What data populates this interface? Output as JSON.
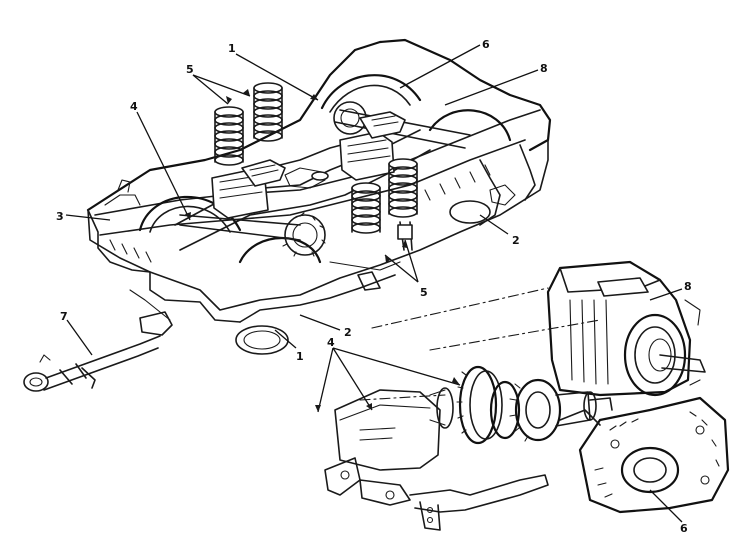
{
  "callouts": [
    {
      "id": "c1a",
      "text": "1"
    },
    {
      "id": "c1b",
      "text": "1"
    },
    {
      "id": "c2a",
      "text": "2"
    },
    {
      "id": "c2b",
      "text": "2"
    },
    {
      "id": "c3",
      "text": "3"
    },
    {
      "id": "c4a",
      "text": "4"
    },
    {
      "id": "c4b",
      "text": "4"
    },
    {
      "id": "c5a",
      "text": "5"
    },
    {
      "id": "c5b",
      "text": "5"
    },
    {
      "id": "c6a",
      "text": "6"
    },
    {
      "id": "c6b",
      "text": "6"
    },
    {
      "id": "c7",
      "text": "7"
    },
    {
      "id": "c8a",
      "text": "8"
    },
    {
      "id": "c8b",
      "text": "8"
    }
  ],
  "colors": {
    "ink": "#1a1a1a",
    "paper": "#ffffff"
  }
}
